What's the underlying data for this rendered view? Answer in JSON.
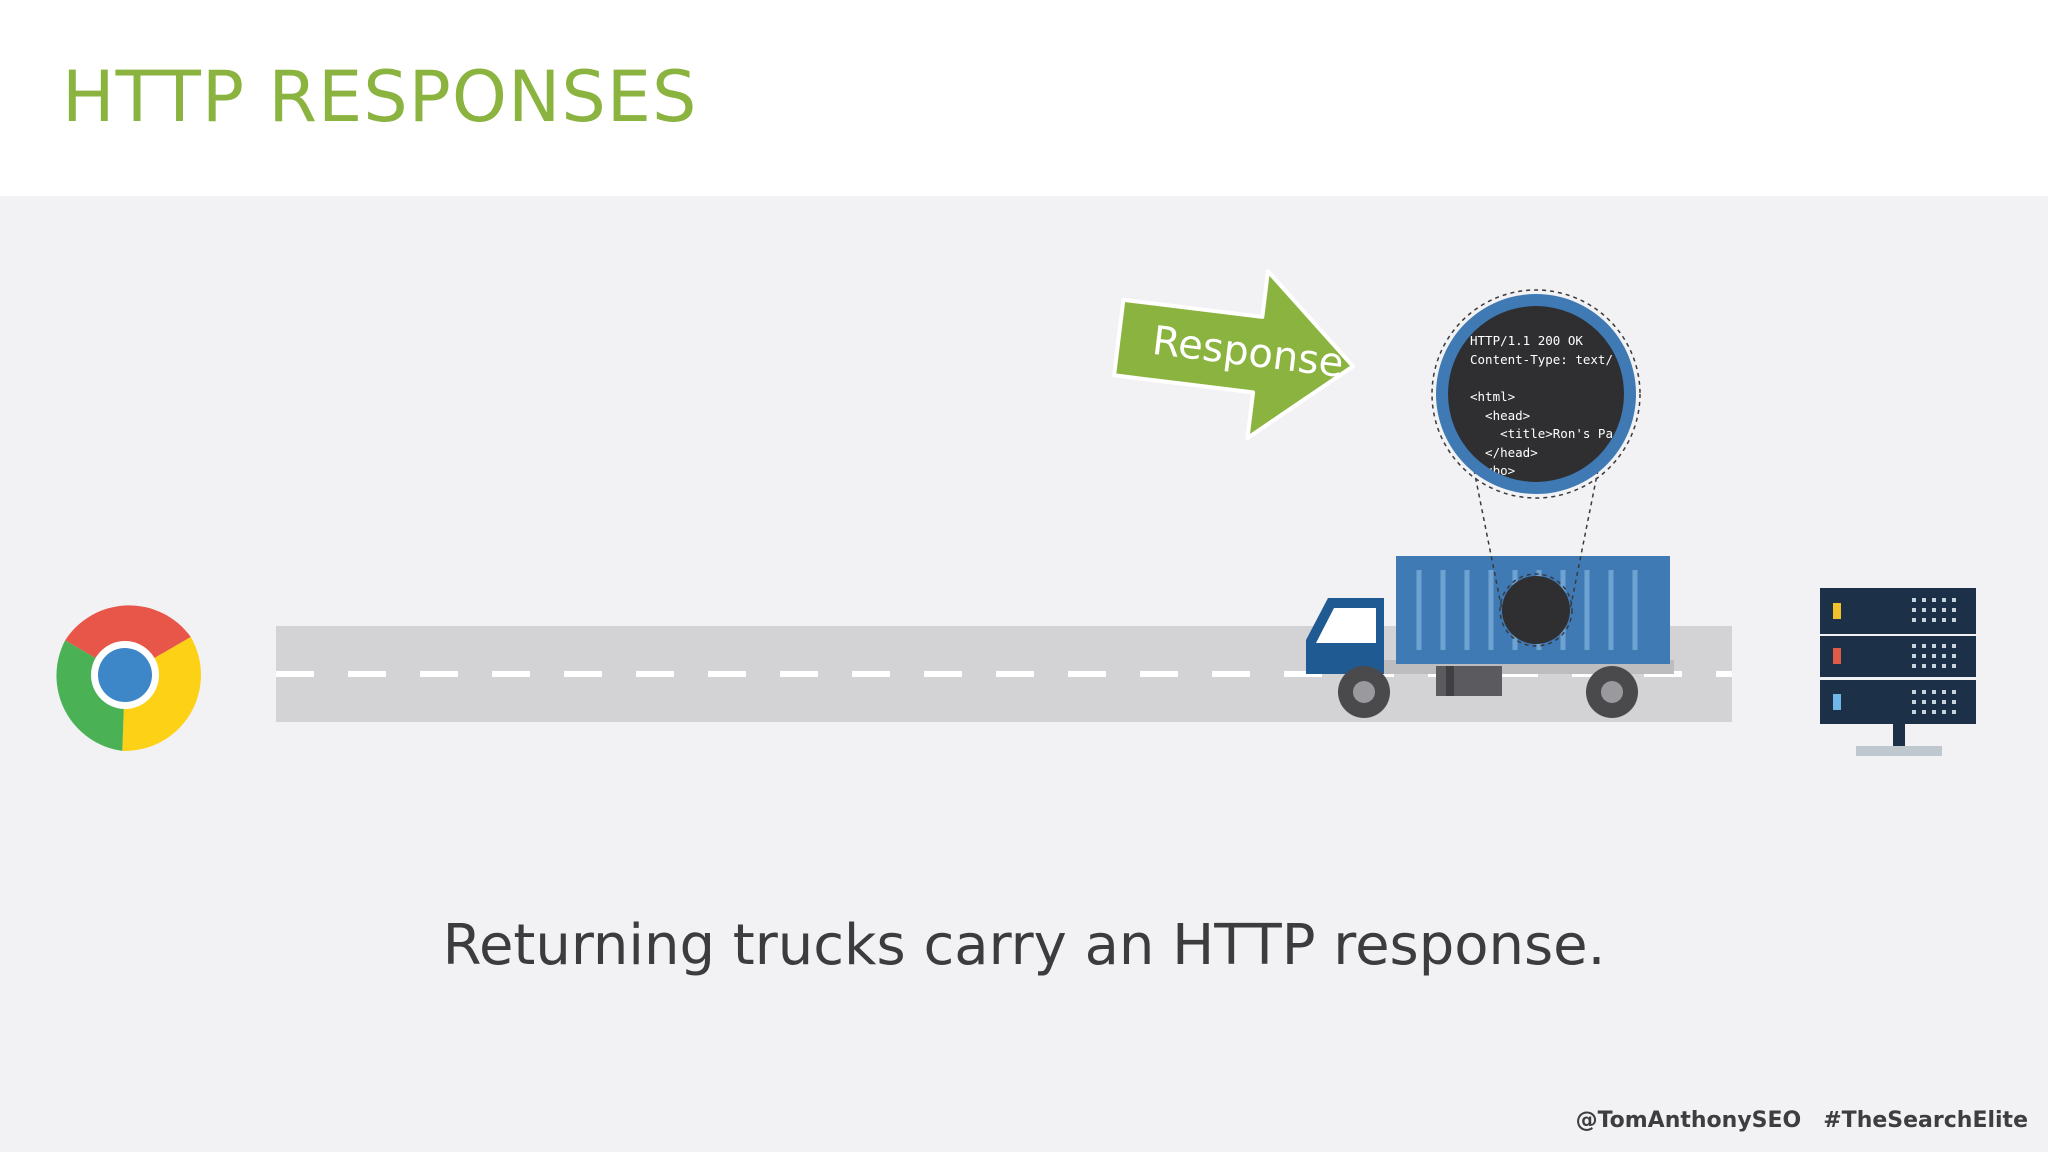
{
  "slide": {
    "title": "HTTP RESPONSES",
    "caption": "Returning trucks carry an HTTP response.",
    "footer": {
      "handle": "@TomAnthonySEO",
      "hashtag": "#TheSearchElite"
    }
  },
  "diagram": {
    "arrow_label": "Response",
    "code_lines": [
      "HTTP/1.1 200 OK",
      "Content-Type: text/",
      "",
      "<html>",
      "  <head>",
      "    <title>Ron's Pa",
      "  </head>",
      "  <bo>"
    ],
    "icons": [
      "chrome-browser-icon",
      "server-rack-icon",
      "truck-icon"
    ],
    "colors": {
      "accent_green": "#8ab33f",
      "road": "#d3d3d5",
      "truck_blue": "#3f7ab5",
      "server_navy": "#1c3147",
      "lens_dark": "#2f2f32"
    }
  }
}
